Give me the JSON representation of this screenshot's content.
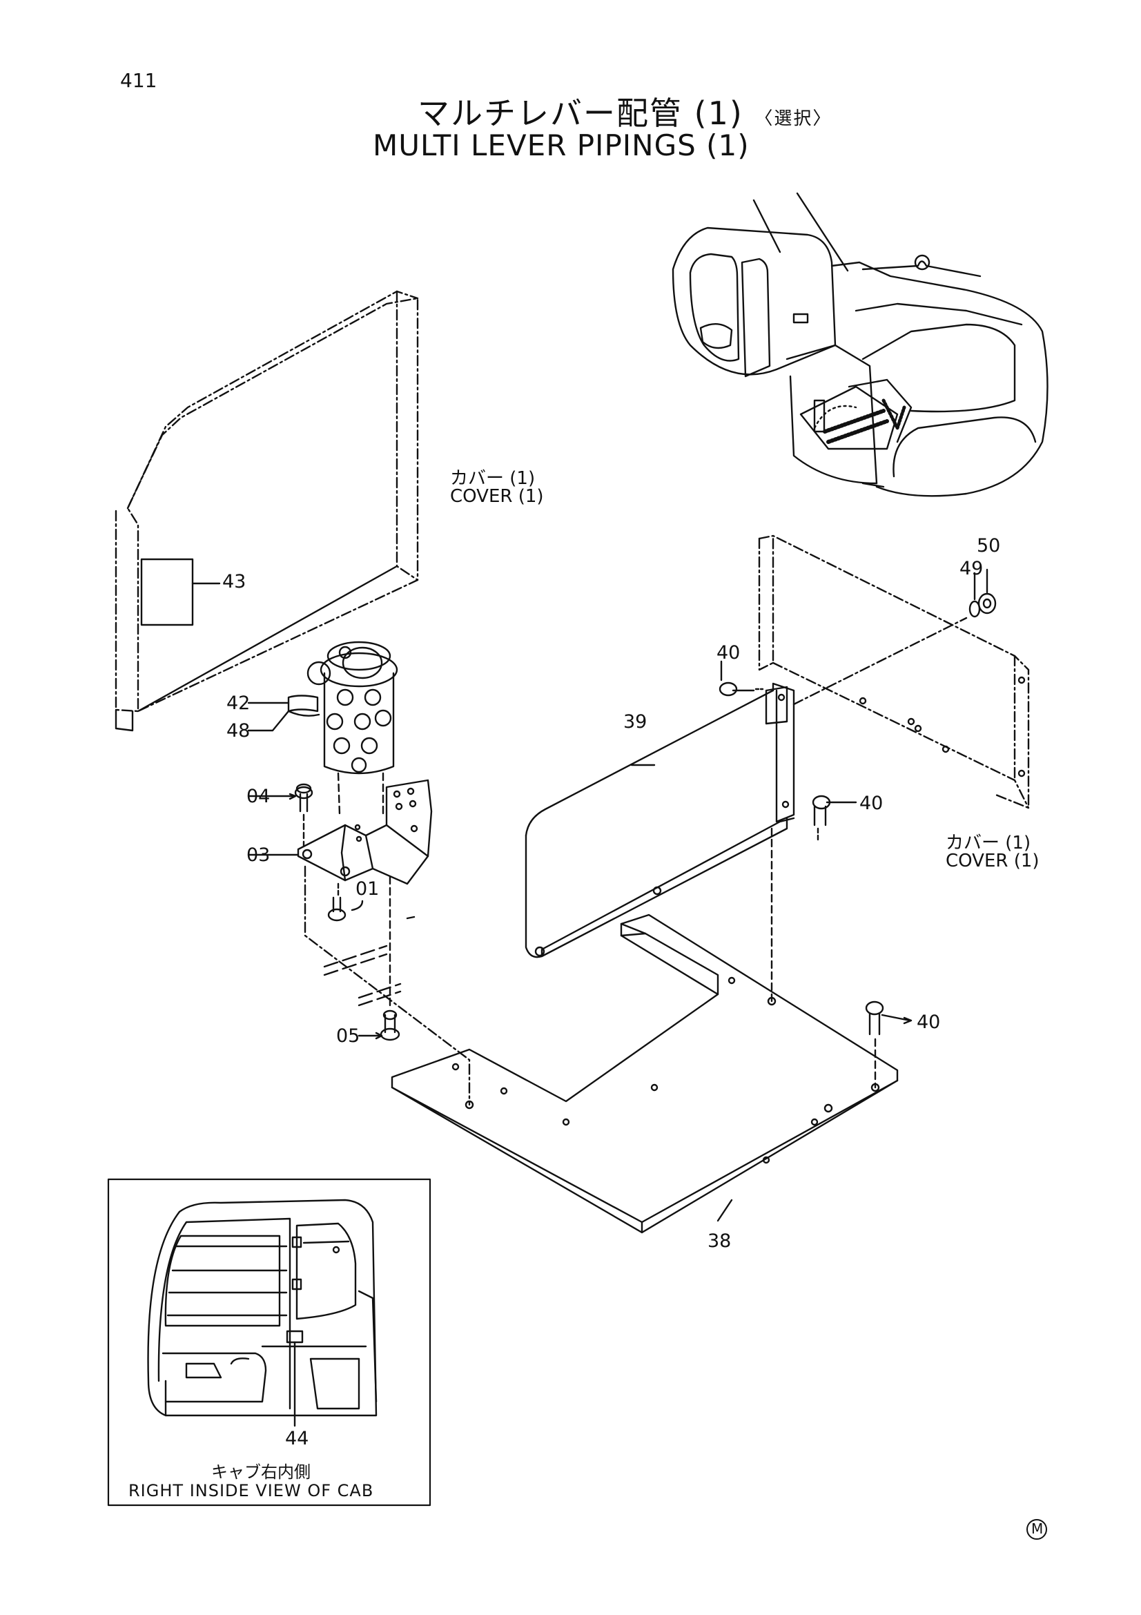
{
  "page_number": "411",
  "title_jp": "マルチレバー配管 (1)",
  "title_jp_note": "〈選択〉",
  "title_en": "MULTI LEVER PIPINGS (1)",
  "labels": {
    "cover_left_jp": "カバー (1)",
    "cover_left_en": "COVER (1)",
    "cover_right_jp": "カバー (1)",
    "cover_right_en": "COVER (1)",
    "inset_jp": "キャブ右内側",
    "inset_en": "RIGHT INSIDE VIEW OF CAB"
  },
  "callouts": {
    "p43": "43",
    "p42": "42",
    "p48": "48",
    "p04": "04",
    "p03": "03",
    "p01": "01",
    "p05": "05",
    "p39": "39",
    "p40a": "40",
    "p40b": "40",
    "p40c": "40",
    "p49": "49",
    "p50": "50",
    "p38": "38",
    "p44": "44"
  },
  "mark": "M"
}
